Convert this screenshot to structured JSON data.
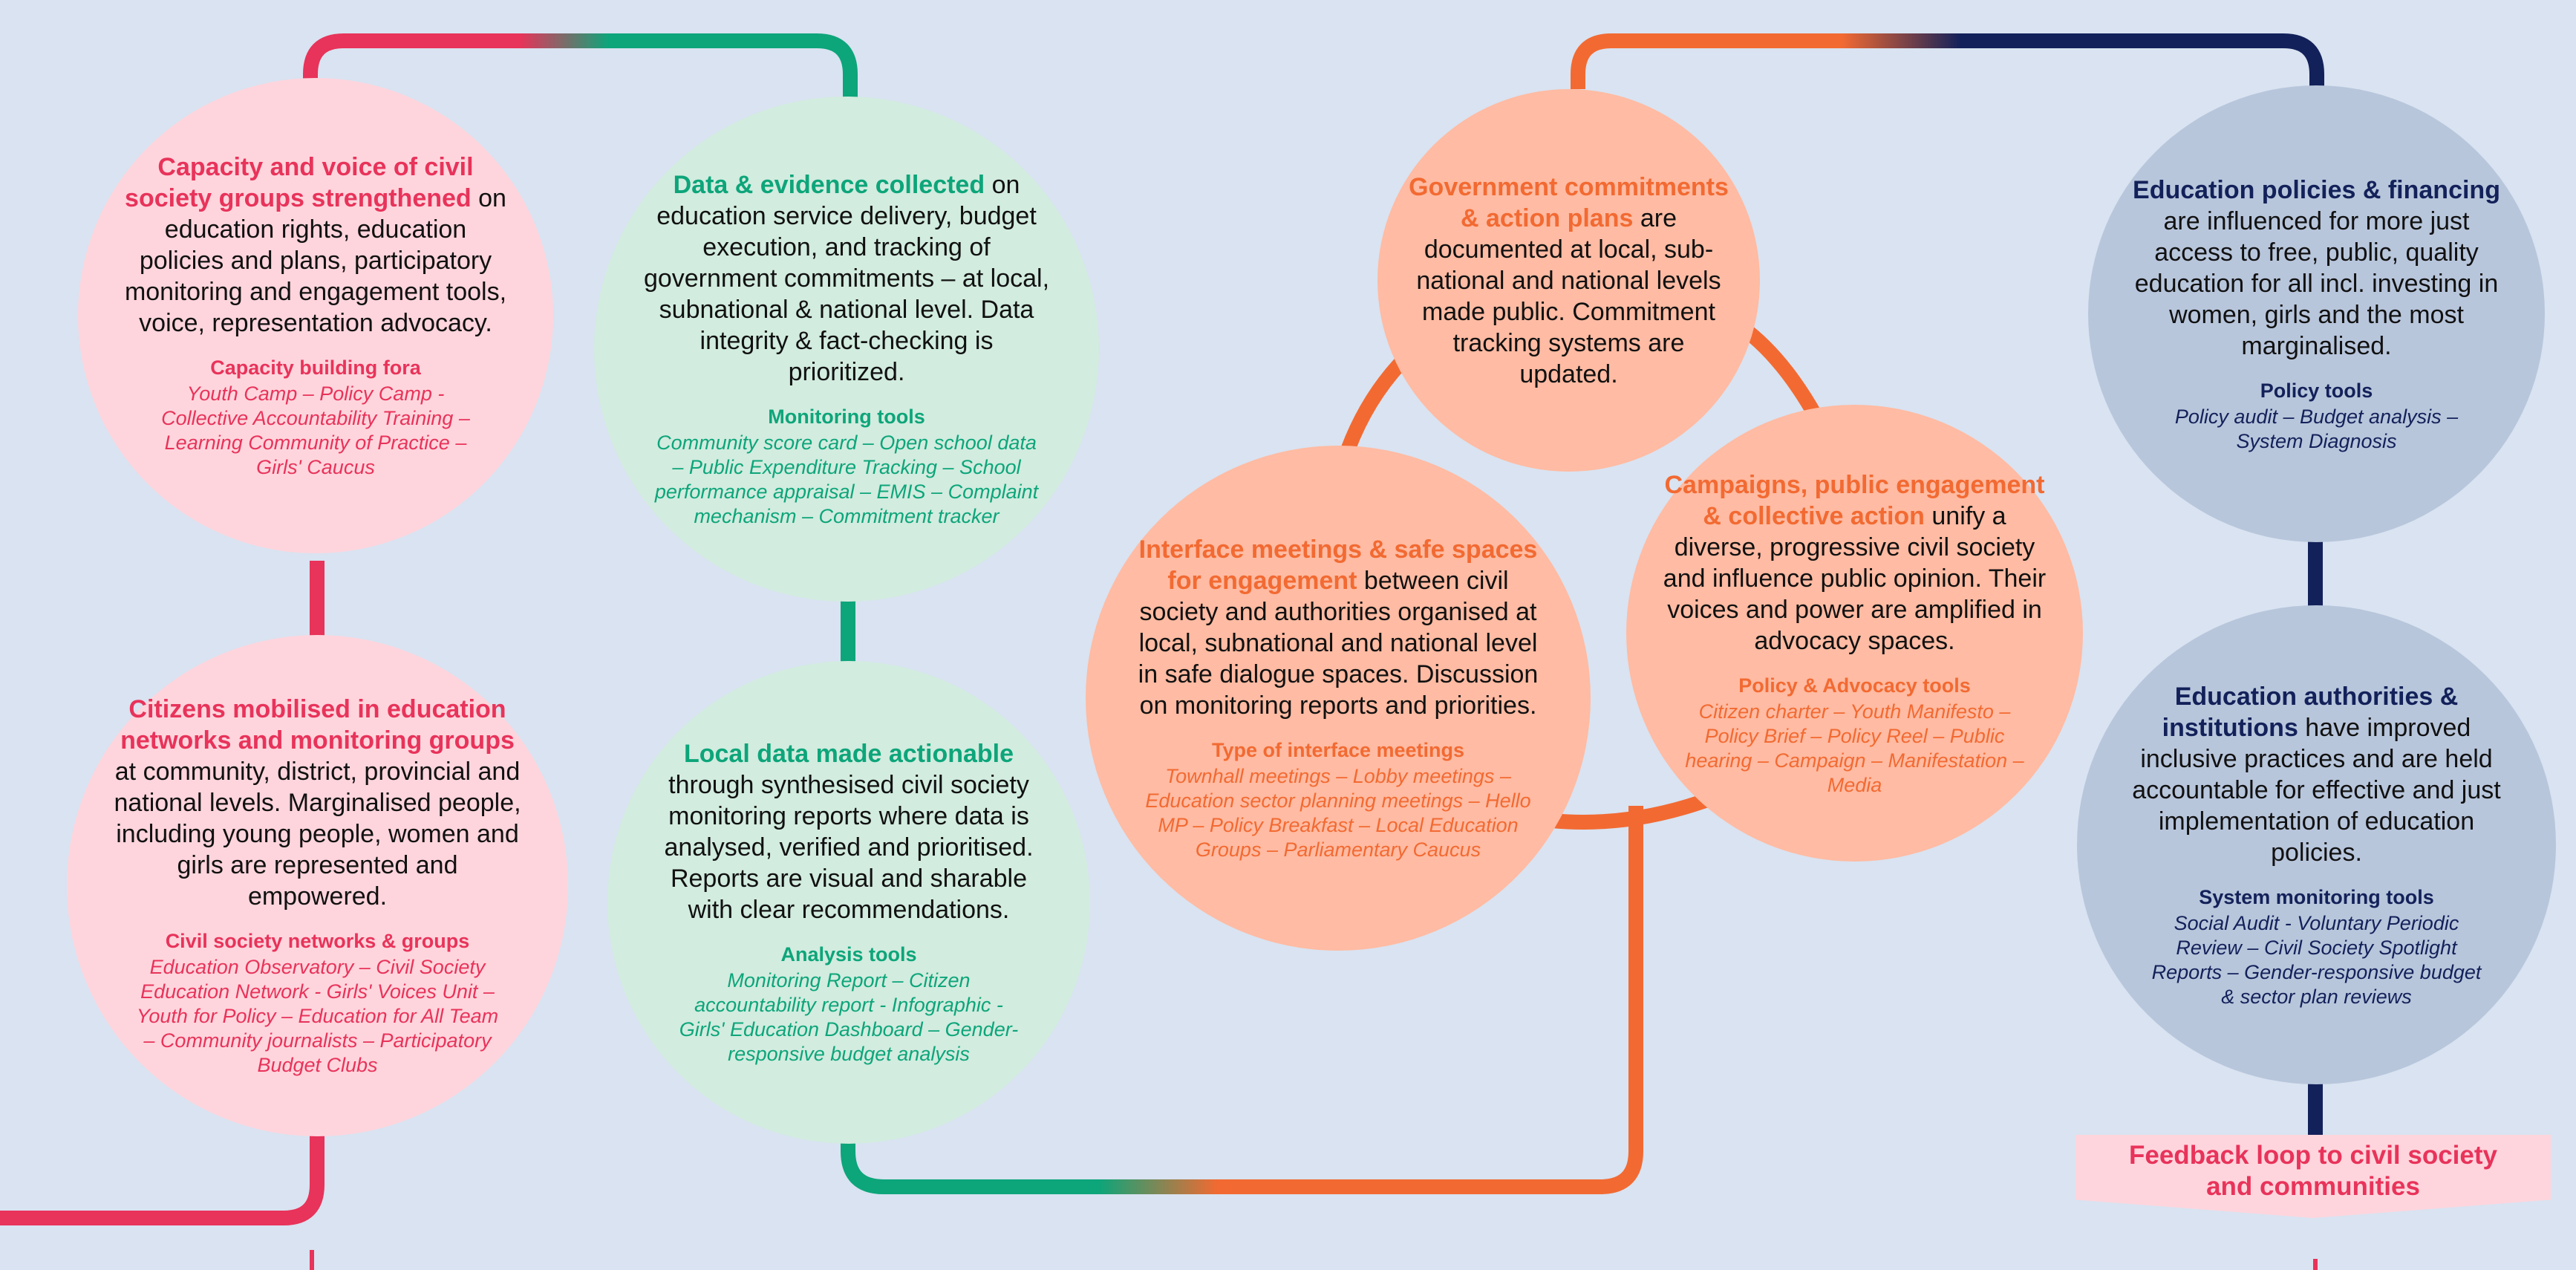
{
  "colors": {
    "background": "#d9e3f1",
    "pink": "#e8335a",
    "green": "#0da57a",
    "orange": "#f26a32",
    "navy": "#13215a",
    "pink_fill": "#ffd5dd",
    "green_fill": "#d2ecdf",
    "orange_fill": "#ffbba3",
    "blue_fill": "#b8c6dc"
  },
  "capacity": {
    "highlight": "Capacity and voice of civil society groups strengthened",
    "text": " on education rights, education policies and plans, participatory monitoring and engagement tools, voice, representation advocacy.",
    "tools_title": "Capacity building fora",
    "tools": "Youth Camp – Policy Camp - Collective Accountability Training – Learning Community of Practice – Girls' Caucus"
  },
  "citizens": {
    "highlight": "Citizens mobilised in education networks and monitoring groups",
    "text": " at community, district, provincial and national levels. Marginalised people, including young people, women and girls are represented and empowered.",
    "tools_title": "Civil society networks & groups",
    "tools": "Education Observatory – Civil Society Education Network - Girls' Voices Unit – Youth for Policy – Education for All Team – Community journalists – Participatory Budget Clubs"
  },
  "data_collected": {
    "highlight": "Data & evidence collected",
    "text": " on education service delivery, budget execution, and tracking of government commitments – at local, subnational & national level. Data integrity & fact-checking is prioritized.",
    "tools_title": "Monitoring tools",
    "tools": "Community score card – Open school data – Public Expenditure Tracking – School performance appraisal – EMIS – Complaint mechanism – Commitment tracker"
  },
  "local_data": {
    "highlight": "Local data made actionable",
    "text": " through synthesised civil society monitoring reports where data is analysed, verified and prioritised. Reports are visual and sharable with clear recommendations.",
    "tools_title": "Analysis tools",
    "tools": "Monitoring Report – Citizen accountability report - Infographic - Girls' Education Dashboard – Gender-responsive budget analysis"
  },
  "government": {
    "highlight": "Government commitments & action plans",
    "text": " are documented at local, sub-national and national levels made public. Commitment tracking systems are updated."
  },
  "interface": {
    "highlight": "Interface meetings & safe spaces for engagement",
    "text": " between civil society and authorities organised at local, subnational and national level in safe dialogue spaces. Discussion on monitoring reports and priorities.",
    "tools_title": "Type of interface meetings",
    "tools": "Townhall meetings – Lobby meetings – Education sector planning meetings – Hello MP – Policy Breakfast – Local Education Groups – Parliamentary Caucus"
  },
  "campaigns": {
    "highlight": "Campaigns, public engagement & collective action",
    "text": " unify a diverse, progressive civil society and influence public opinion. Their voices and power are amplified in advocacy spaces.",
    "tools_title": "Policy & Advocacy tools",
    "tools": "Citizen charter – Youth Manifesto – Policy Brief – Policy Reel – Public hearing – Campaign – Manifestation – Media"
  },
  "policies": {
    "highlight": "Education policies & financing",
    "text": " are influenced for more just access to free, public, quality education for all incl. investing in women, girls and the most marginalised.",
    "tools_title": "Policy tools",
    "tools": "Policy audit – Budget analysis – System Diagnosis"
  },
  "authorities": {
    "highlight": "Education authorities & institutions",
    "text": " have improved inclusive practices and are held accountable for effective and just implementation of education policies.",
    "tools_title": "System monitoring tools",
    "tools": "Social Audit - Voluntary Periodic Review – Civil Society Spotlight Reports – Gender-responsive budget & sector plan reviews"
  },
  "feedback": {
    "label": "Feedback loop to civil society and communities"
  }
}
